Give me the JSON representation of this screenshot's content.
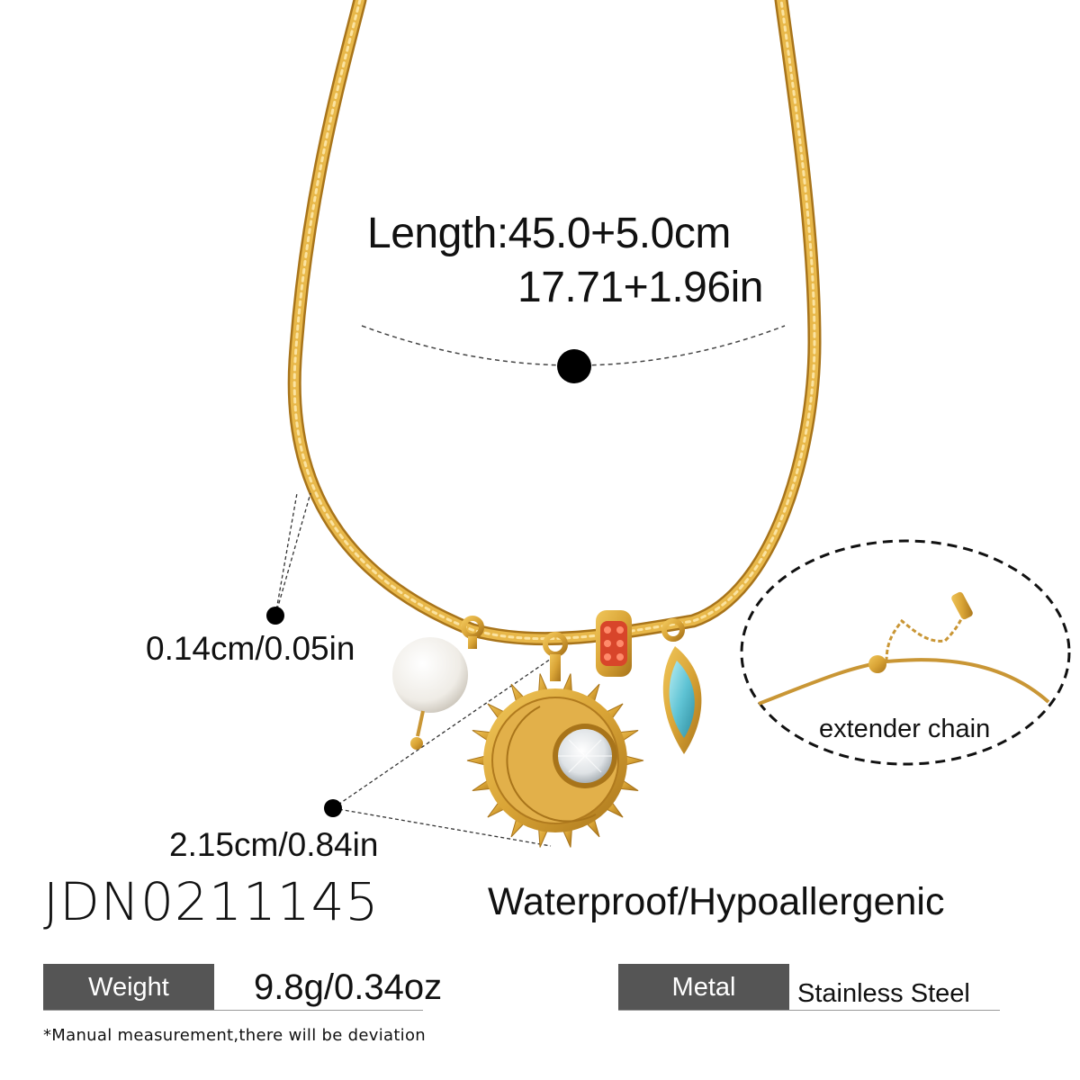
{
  "measurements": {
    "length_cm": "Length:45.0+5.0cm",
    "length_in": "17.71+1.96in",
    "chain_width": "0.14cm/0.05in",
    "pendant_size": "2.15cm/0.84in"
  },
  "extender_label": "extender chain",
  "product": {
    "sku": "JDN0211145",
    "feature": "Waterproof/Hypoallergenic"
  },
  "specs": {
    "weight_label": "Weight",
    "weight_value": "9.8g/0.34oz",
    "metal_label": "Metal",
    "metal_value": "Stainless Steel"
  },
  "footnote": "*Manual measurement,there will be deviation",
  "colors": {
    "gold": "#d9a436",
    "gold_dark": "#a8741a",
    "spec_box": "#555555",
    "red_crystal": "#d8452a",
    "blue_crystal": "#5fc3d4"
  }
}
